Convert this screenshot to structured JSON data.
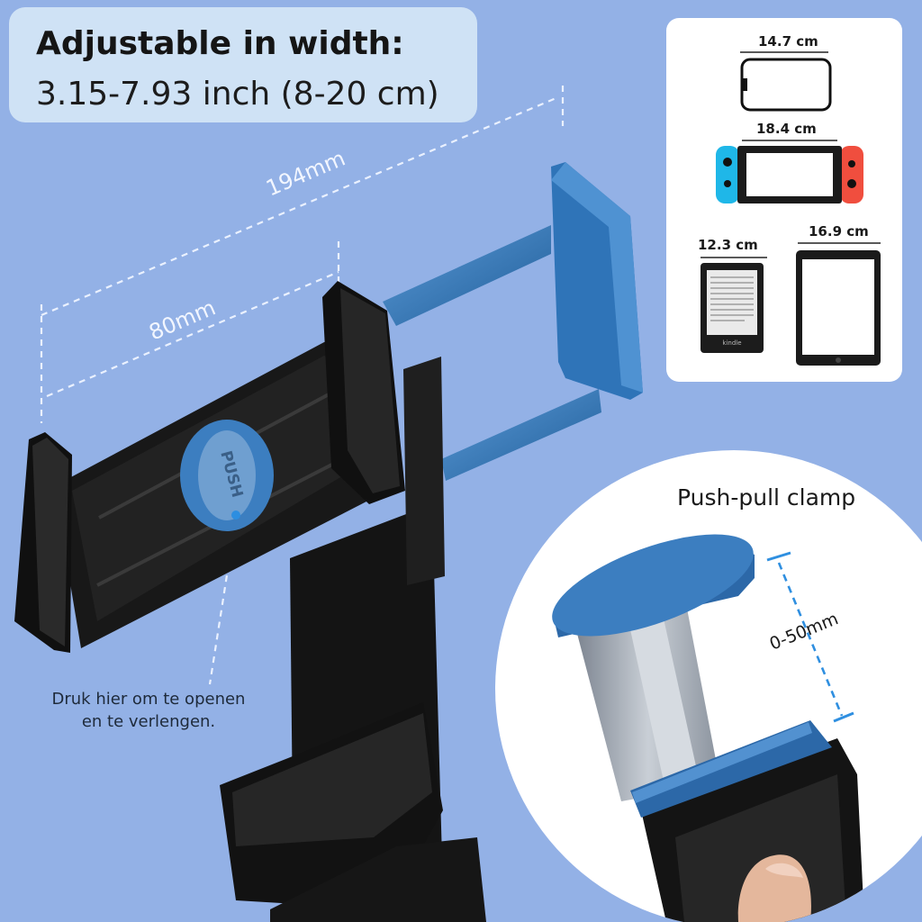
{
  "headline": {
    "title": "Adjustable in width:",
    "subtitle": "3.15-7.93 inch (8-20 cm)"
  },
  "dimensions": {
    "outer": "194mm",
    "inner": "80mm",
    "clamp_range": "0-50mm"
  },
  "button_text": "PUSH",
  "press_note": {
    "line1": "Druk hier om te openen",
    "line2": "en te verlengen."
  },
  "clamp_title": "Push-pull clamp",
  "devices": [
    {
      "name": "phone-icon",
      "size_label": "14.7 cm"
    },
    {
      "name": "game-console-icon",
      "size_label": "18.4 cm"
    },
    {
      "name": "ereader-icon",
      "size_label": "12.3 cm",
      "screen_brand": "kindle"
    },
    {
      "name": "tablet-icon",
      "size_label": "16.9 cm"
    }
  ],
  "colors": {
    "background": "#93b1e6",
    "headline_box": "#cfe2f5",
    "accent_blue": "#3a7bbd",
    "holder_black": "#141414",
    "switch_blue": "#1fb7e8",
    "switch_red": "#f04e3e"
  }
}
